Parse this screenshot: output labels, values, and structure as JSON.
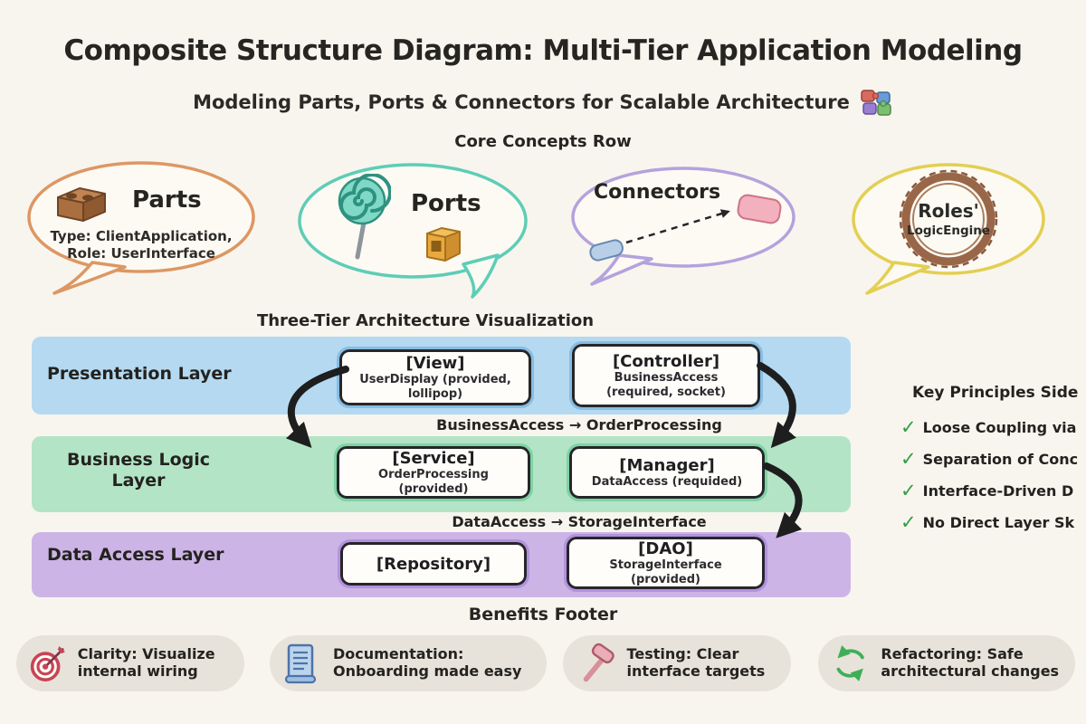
{
  "header": {
    "title": "Composite Structure Diagram: Multi-Tier Application Modeling",
    "subtitle": "Modeling Parts, Ports & Connectors for Scalable Architecture"
  },
  "core_concepts": {
    "heading": "Core Concepts Row",
    "bubbles": [
      {
        "title": "Parts",
        "line1": "Type: ClientApplication,",
        "line2": "Role: UserInterface",
        "border_color": "#dd9763",
        "icon": "brick-icon"
      },
      {
        "title": "Ports",
        "border_color": "#5ecdb6",
        "icon": "lollipop-and-socket-icon"
      },
      {
        "title": "Connectors",
        "border_color": "#b4a2dd",
        "icon": "connector-dashed-arrow-icon"
      },
      {
        "title": "Roles'",
        "line1": "LogicEngine",
        "border_color": "#e3cf52",
        "icon": "rosette-icon"
      }
    ]
  },
  "architecture": {
    "heading": "Three-Tier Architecture Visualization",
    "arrow_color": "#1e1e1e",
    "layers": [
      {
        "label": "Presentation Layer",
        "band_color": "#b5d9f0",
        "accent_color": "#86bde4",
        "boxes": [
          {
            "title": "[View]",
            "subtitle": "UserDisplay (provided, lollipop)"
          },
          {
            "title": "[Controller]",
            "subtitle": "BusinessAccess (required, socket)"
          }
        ]
      },
      {
        "label": "Business Logic Layer",
        "band_color": "#b3e4c6",
        "accent_color": "#7fd3a2",
        "boxes": [
          {
            "title": "[Service]",
            "subtitle": "OrderProcessing (provided)"
          },
          {
            "title": "[Manager]",
            "subtitle": "DataAccess (requided)"
          }
        ]
      },
      {
        "label": "Data Access Layer",
        "band_color": "#ccb4e6",
        "accent_color": "#b392dd",
        "boxes": [
          {
            "title": "[Repository]"
          },
          {
            "title": "[DAO]",
            "subtitle": "StorageInterface (provided)"
          }
        ]
      }
    ],
    "flow_labels": [
      "BusinessAccess → OrderProcessing",
      "DataAccess → StorageInterface"
    ]
  },
  "sidebar": {
    "heading": "Key Principles Side",
    "check_glyph": "✓",
    "check_color": "#2f9e44",
    "items": [
      "Loose Coupling via",
      "Separation of Conc",
      "Interface-Driven D",
      "No Direct Layer Sk"
    ]
  },
  "footer": {
    "heading": "Benefits Footer",
    "items": [
      {
        "icon": "target-icon",
        "text": "Clarity: Visualize internal wiring"
      },
      {
        "icon": "document-icon",
        "text": "Documentation: Onboarding made easy"
      },
      {
        "icon": "hammer-icon",
        "text": "Testing: Clear interface targets"
      },
      {
        "icon": "recycle-icon",
        "text": "Refactoring: Safe architectural changes"
      }
    ]
  }
}
